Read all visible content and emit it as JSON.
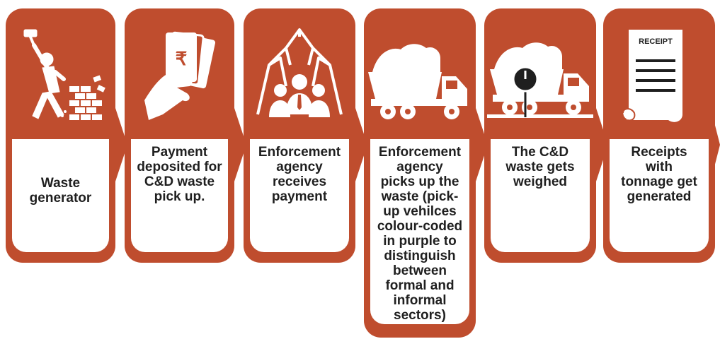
{
  "colors": {
    "accent": "#bf4d2e",
    "panel": "#ffffff",
    "ink": "#1f1f1f"
  },
  "steps": [
    {
      "label": "Waste\ngenerator",
      "icon": "demolition-worker-icon"
    },
    {
      "label": "Payment\ndeposited for\nC&D waste\npick up.",
      "icon": "hand-with-rupee-note-icon"
    },
    {
      "label": "Enforcement\nagency\nreceives\npayment",
      "icon": "agency-people-icon"
    },
    {
      "label": "Enforcement\nagency\npicks up the\nwaste (pick-\nup vehilces\ncolour-coded\nin purple to\ndistinguish\nbetween\nformal and\ninformal\nsectors)",
      "icon": "dump-truck-icon"
    },
    {
      "label": "The C&D\nwaste gets\nweighed",
      "icon": "truck-on-weighing-scale-icon"
    },
    {
      "label": "Receipts\nwith\ntonnage get\ngenerated",
      "icon": "receipt-icon"
    }
  ],
  "receipt_heading": "RECEIPT"
}
